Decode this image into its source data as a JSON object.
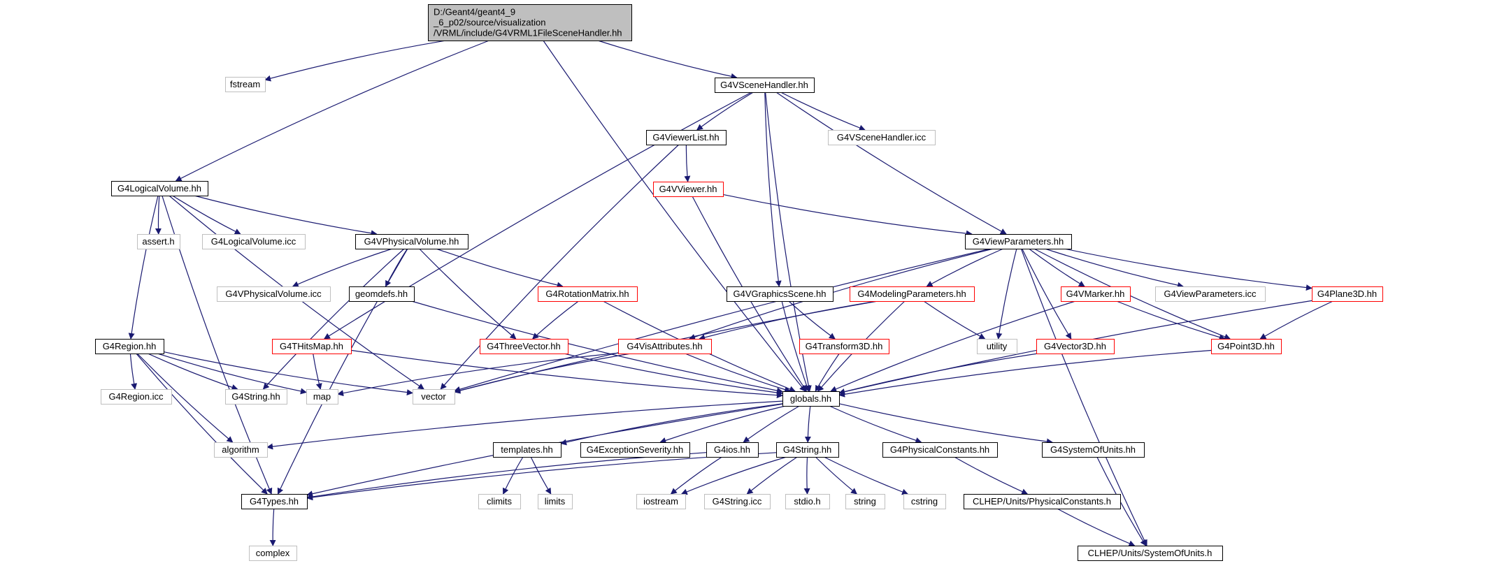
{
  "diagram": {
    "edge_color": "#191970",
    "node_colors": {
      "normal": "#000000",
      "red": "#ff0000",
      "gray": "#bfbfbf",
      "root_fill": "#bfbfbf"
    },
    "nodes": [
      {
        "id": "root",
        "lines": [
          "D:/Geant4/geant4_9",
          "_6_p02/source/visualization",
          "/VRML/include/G4VRML1FileSceneHandler.hh"
        ],
        "style": "root"
      },
      {
        "id": "fstream",
        "lines": [
          "fstream"
        ],
        "style": "gray"
      },
      {
        "id": "G4VSceneHandler",
        "lines": [
          "G4VSceneHandler.hh"
        ],
        "style": "normal"
      },
      {
        "id": "G4LogicalVolume",
        "lines": [
          "G4LogicalVolume.hh"
        ],
        "style": "normal"
      },
      {
        "id": "G4ViewerList",
        "lines": [
          "G4ViewerList.hh"
        ],
        "style": "normal"
      },
      {
        "id": "G4VSceneHandler_icc",
        "lines": [
          "G4VSceneHandler.icc"
        ],
        "style": "gray"
      },
      {
        "id": "G4VViewer",
        "lines": [
          "G4VViewer.hh"
        ],
        "style": "red"
      },
      {
        "id": "assert",
        "lines": [
          "assert.h"
        ],
        "style": "gray"
      },
      {
        "id": "G4LogicalVolume_icc",
        "lines": [
          "G4LogicalVolume.icc"
        ],
        "style": "gray"
      },
      {
        "id": "G4VPhysicalVolume",
        "lines": [
          "G4VPhysicalVolume.hh"
        ],
        "style": "normal"
      },
      {
        "id": "G4ViewParameters",
        "lines": [
          "G4ViewParameters.hh"
        ],
        "style": "normal"
      },
      {
        "id": "G4VPhysicalVolume_icc",
        "lines": [
          "G4VPhysicalVolume.icc"
        ],
        "style": "gray"
      },
      {
        "id": "geomdefs",
        "lines": [
          "geomdefs.hh"
        ],
        "style": "normal"
      },
      {
        "id": "G4RotationMatrix",
        "lines": [
          "G4RotationMatrix.hh"
        ],
        "style": "red"
      },
      {
        "id": "G4VGraphicsScene",
        "lines": [
          "G4VGraphicsScene.hh"
        ],
        "style": "normal"
      },
      {
        "id": "G4ModelingParameters",
        "lines": [
          "G4ModelingParameters.hh"
        ],
        "style": "red"
      },
      {
        "id": "G4VMarker",
        "lines": [
          "G4VMarker.hh"
        ],
        "style": "red"
      },
      {
        "id": "G4ViewParameters_icc",
        "lines": [
          "G4ViewParameters.icc"
        ],
        "style": "gray"
      },
      {
        "id": "G4Plane3D",
        "lines": [
          "G4Plane3D.hh"
        ],
        "style": "red"
      },
      {
        "id": "G4Region",
        "lines": [
          "G4Region.hh"
        ],
        "style": "normal"
      },
      {
        "id": "G4THitsMap",
        "lines": [
          "G4THitsMap.hh"
        ],
        "style": "red"
      },
      {
        "id": "G4ThreeVector",
        "lines": [
          "G4ThreeVector.hh"
        ],
        "style": "red"
      },
      {
        "id": "G4VisAttributes",
        "lines": [
          "G4VisAttributes.hh"
        ],
        "style": "red"
      },
      {
        "id": "G4Transform3D",
        "lines": [
          "G4Transform3D.hh"
        ],
        "style": "red"
      },
      {
        "id": "utility",
        "lines": [
          "utility"
        ],
        "style": "gray"
      },
      {
        "id": "G4Vector3D",
        "lines": [
          "G4Vector3D.hh"
        ],
        "style": "red"
      },
      {
        "id": "G4Point3D",
        "lines": [
          "G4Point3D.hh"
        ],
        "style": "red"
      },
      {
        "id": "G4Region_icc",
        "lines": [
          "G4Region.icc"
        ],
        "style": "gray"
      },
      {
        "id": "G4String_a",
        "lines": [
          "G4String.hh"
        ],
        "style": "gray"
      },
      {
        "id": "map",
        "lines": [
          "map"
        ],
        "style": "gray"
      },
      {
        "id": "vector",
        "lines": [
          "vector"
        ],
        "style": "gray"
      },
      {
        "id": "globals",
        "lines": [
          "globals.hh"
        ],
        "style": "normal"
      },
      {
        "id": "algorithm",
        "lines": [
          "algorithm"
        ],
        "style": "gray"
      },
      {
        "id": "templates",
        "lines": [
          "templates.hh"
        ],
        "style": "normal"
      },
      {
        "id": "G4ExceptionSeverity",
        "lines": [
          "G4ExceptionSeverity.hh"
        ],
        "style": "normal"
      },
      {
        "id": "G4ios",
        "lines": [
          "G4ios.hh"
        ],
        "style": "normal"
      },
      {
        "id": "G4String_b",
        "lines": [
          "G4String.hh"
        ],
        "style": "normal"
      },
      {
        "id": "G4PhysicalConstants",
        "lines": [
          "G4PhysicalConstants.hh"
        ],
        "style": "normal"
      },
      {
        "id": "G4SystemOfUnits",
        "lines": [
          "G4SystemOfUnits.hh"
        ],
        "style": "normal"
      },
      {
        "id": "G4Types",
        "lines": [
          "G4Types.hh"
        ],
        "style": "normal"
      },
      {
        "id": "climits",
        "lines": [
          "climits"
        ],
        "style": "gray"
      },
      {
        "id": "limits",
        "lines": [
          "limits"
        ],
        "style": "gray"
      },
      {
        "id": "iostream",
        "lines": [
          "iostream"
        ],
        "style": "gray"
      },
      {
        "id": "G4String_icc",
        "lines": [
          "G4String.icc"
        ],
        "style": "gray"
      },
      {
        "id": "stdio",
        "lines": [
          "stdio.h"
        ],
        "style": "gray"
      },
      {
        "id": "string",
        "lines": [
          "string"
        ],
        "style": "gray"
      },
      {
        "id": "cstring",
        "lines": [
          "cstring"
        ],
        "style": "gray"
      },
      {
        "id": "CLHEP_PhysicalConstants",
        "lines": [
          "CLHEP/Units/PhysicalConstants.h"
        ],
        "style": "normal"
      },
      {
        "id": "complex",
        "lines": [
          "complex"
        ],
        "style": "gray"
      },
      {
        "id": "CLHEP_SystemOfUnits",
        "lines": [
          "CLHEP/Units/SystemOfUnits.h"
        ],
        "style": "normal"
      }
    ],
    "edges": [
      [
        "root",
        "fstream"
      ],
      [
        "root",
        "G4VSceneHandler"
      ],
      [
        "root",
        "G4LogicalVolume"
      ],
      [
        "root",
        "globals"
      ],
      [
        "G4VSceneHandler",
        "G4ViewerList"
      ],
      [
        "G4VSceneHandler",
        "G4VSceneHandler_icc"
      ],
      [
        "G4VSceneHandler",
        "G4VGraphicsScene"
      ],
      [
        "G4VSceneHandler",
        "G4ViewParameters"
      ],
      [
        "G4VSceneHandler",
        "G4THitsMap"
      ],
      [
        "G4VSceneHandler",
        "globals"
      ],
      [
        "G4ViewerList",
        "G4VViewer"
      ],
      [
        "G4ViewerList",
        "vector"
      ],
      [
        "G4VViewer",
        "G4ViewParameters"
      ],
      [
        "G4VViewer",
        "globals"
      ],
      [
        "G4LogicalVolume",
        "assert"
      ],
      [
        "G4LogicalVolume",
        "G4LogicalVolume_icc"
      ],
      [
        "G4LogicalVolume",
        "G4VPhysicalVolume"
      ],
      [
        "G4LogicalVolume",
        "G4Region"
      ],
      [
        "G4LogicalVolume",
        "vector"
      ],
      [
        "G4LogicalVolume",
        "G4Types"
      ],
      [
        "G4VPhysicalVolume",
        "G4VPhysicalVolume_icc"
      ],
      [
        "G4VPhysicalVolume",
        "geomdefs"
      ],
      [
        "G4VPhysicalVolume",
        "G4RotationMatrix"
      ],
      [
        "G4VPhysicalVolume",
        "G4ThreeVector"
      ],
      [
        "G4VPhysicalVolume",
        "G4String_a"
      ],
      [
        "G4VPhysicalVolume",
        "G4Types"
      ],
      [
        "G4ViewParameters",
        "G4ModelingParameters"
      ],
      [
        "G4ViewParameters",
        "G4VMarker"
      ],
      [
        "G4ViewParameters",
        "G4ViewParameters_icc"
      ],
      [
        "G4ViewParameters",
        "G4Plane3D"
      ],
      [
        "G4ViewParameters",
        "utility"
      ],
      [
        "G4ViewParameters",
        "G4Vector3D"
      ],
      [
        "G4ViewParameters",
        "G4Point3D"
      ],
      [
        "G4ViewParameters",
        "G4VisAttributes"
      ],
      [
        "G4ViewParameters",
        "vector"
      ],
      [
        "G4ViewParameters",
        "CLHEP_SystemOfUnits"
      ],
      [
        "G4VGraphicsScene",
        "G4Transform3D"
      ],
      [
        "G4VGraphicsScene",
        "globals"
      ],
      [
        "G4ModelingParameters",
        "G4VisAttributes"
      ],
      [
        "G4ModelingParameters",
        "utility"
      ],
      [
        "G4ModelingParameters",
        "vector"
      ],
      [
        "G4ModelingParameters",
        "globals"
      ],
      [
        "G4VMarker",
        "G4Point3D"
      ],
      [
        "G4VMarker",
        "globals"
      ],
      [
        "G4Plane3D",
        "G4Point3D"
      ],
      [
        "G4Plane3D",
        "globals"
      ],
      [
        "G4RotationMatrix",
        "G4ThreeVector"
      ],
      [
        "G4RotationMatrix",
        "globals"
      ],
      [
        "geomdefs",
        "globals"
      ],
      [
        "G4Region",
        "G4Region_icc"
      ],
      [
        "G4Region",
        "G4String_a"
      ],
      [
        "G4Region",
        "map"
      ],
      [
        "G4Region",
        "vector"
      ],
      [
        "G4Region",
        "algorithm"
      ],
      [
        "G4Region",
        "G4Types"
      ],
      [
        "G4THitsMap",
        "map"
      ],
      [
        "G4THitsMap",
        "globals"
      ],
      [
        "G4ThreeVector",
        "globals"
      ],
      [
        "G4VisAttributes",
        "map"
      ],
      [
        "G4VisAttributes",
        "vector"
      ],
      [
        "G4VisAttributes",
        "globals"
      ],
      [
        "G4Transform3D",
        "globals"
      ],
      [
        "G4Vector3D",
        "globals"
      ],
      [
        "G4Point3D",
        "globals"
      ],
      [
        "globals",
        "algorithm"
      ],
      [
        "globals",
        "templates"
      ],
      [
        "globals",
        "G4ExceptionSeverity"
      ],
      [
        "globals",
        "G4ios"
      ],
      [
        "globals",
        "G4String_b"
      ],
      [
        "globals",
        "G4PhysicalConstants"
      ],
      [
        "globals",
        "G4SystemOfUnits"
      ],
      [
        "globals",
        "G4Types"
      ],
      [
        "templates",
        "climits"
      ],
      [
        "templates",
        "limits"
      ],
      [
        "G4ios",
        "iostream"
      ],
      [
        "G4ios",
        "G4Types"
      ],
      [
        "G4String_b",
        "G4Types"
      ],
      [
        "G4String_b",
        "iostream"
      ],
      [
        "G4String_b",
        "G4String_icc"
      ],
      [
        "G4String_b",
        "stdio"
      ],
      [
        "G4String_b",
        "string"
      ],
      [
        "G4String_b",
        "cstring"
      ],
      [
        "G4PhysicalConstants",
        "CLHEP_PhysicalConstants"
      ],
      [
        "G4SystemOfUnits",
        "CLHEP_SystemOfUnits"
      ],
      [
        "CLHEP_PhysicalConstants",
        "CLHEP_SystemOfUnits"
      ],
      [
        "G4Types",
        "complex"
      ]
    ]
  }
}
